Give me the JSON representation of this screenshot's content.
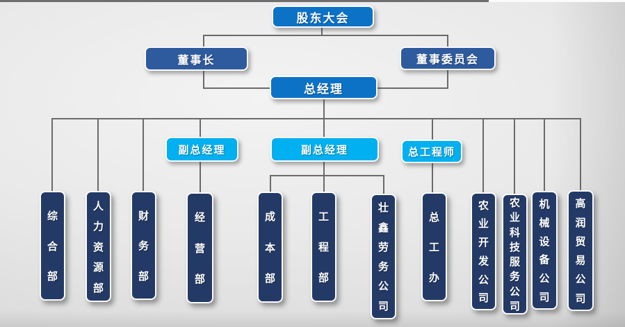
{
  "slide": {
    "type": "organizational-chart",
    "colors": {
      "primary_blue": "#0c72c6",
      "mid_blue": "#2e5b9e",
      "cyan": "#00b0f0",
      "navy": "#243a66",
      "connector_gray": "#6a6a6a"
    },
    "nodes": {
      "shareholders_meeting": "股东大会",
      "chairman": "董事长",
      "board_committee": "董事委员会",
      "general_manager": "总经理",
      "deputy_gm_1": "副总经理",
      "deputy_gm_2": "副总经理",
      "chief_engineer": "总工程师",
      "departments": [
        "综合部",
        "人力资源部",
        "财务部",
        "经营部",
        "成本部",
        "工程部",
        "壮鑫劳务公司",
        "总工办",
        "农业开发公司",
        "农业科技服务公司",
        "机械设备公司",
        "高润贸易公司"
      ]
    },
    "hierarchy": [
      {
        "parent": "股东大会",
        "children": [
          "董事长",
          "董事委员会"
        ]
      },
      {
        "parent": "董事长 / 董事委员会",
        "children": [
          "总经理"
        ]
      },
      {
        "parent": "总经理",
        "children": [
          "综合部",
          "人力资源部",
          "财务部",
          "副总经理",
          "副总经理",
          "总工程师",
          "农业开发公司",
          "农业科技服务公司",
          "机械设备公司",
          "高润贸易公司"
        ]
      },
      {
        "parent": "副总经理(左)",
        "children": [
          "经营部"
        ]
      },
      {
        "parent": "副总经理(中)",
        "children": [
          "成本部",
          "工程部",
          "壮鑫劳务公司"
        ]
      },
      {
        "parent": "总工程师",
        "children": [
          "总工办"
        ]
      }
    ]
  }
}
